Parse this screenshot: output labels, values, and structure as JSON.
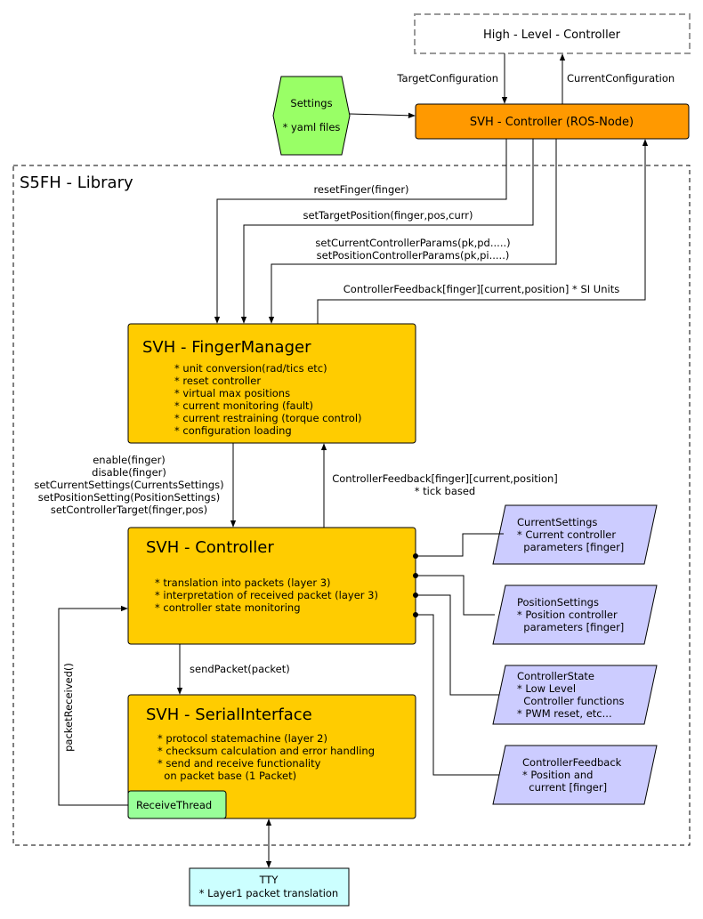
{
  "colors": {
    "component": "#ffcc00",
    "ros_node": "#ff9900",
    "settings": "#99ff66",
    "params": "#ccccff",
    "tty": "#ccffff",
    "receive_thread": "#99ff99"
  },
  "high_level_controller": "High - Level - Controller",
  "settings": {
    "title": "Settings",
    "subtitle": "* yaml files"
  },
  "svh_ros_node": "SVH - Controller (ROS-Node)",
  "library_title": "S5FH - Library",
  "edges": {
    "target_configuration": "TargetConfiguration",
    "current_configuration": "CurrentConfiguration",
    "reset_finger": "resetFinger(finger)",
    "set_target_position": "setTargetPosition(finger,pos,curr)",
    "set_current_params": "setCurrentControllerParams(pk,pd.....)",
    "set_position_params": "setPositionControllerParams(pk,pi.....)",
    "controller_feedback_si": "ControllerFeedback[finger][current,position] * SI Units",
    "enable": "enable(finger)",
    "disable": "disable(finger)",
    "set_current_settings": "setCurrentSettings(CurrentsSettings)",
    "set_position_setting": "setPositionSetting(PositionSettings)",
    "set_controller_target": "setControllerTarget(finger,pos)",
    "controller_feedback_tick_1": "ControllerFeedback[finger][current,position]",
    "controller_feedback_tick_2": "* tick based",
    "send_packet": "sendPacket(packet)",
    "packet_received": "packetReceived()"
  },
  "finger_manager": {
    "title": "SVH - FingerManager",
    "items": [
      "* unit conversion(rad/tics etc)",
      "* reset controller",
      "* virtual max positions",
      "* current monitoring (fault)",
      "* current restraining (torque control)",
      "* configuration loading"
    ]
  },
  "controller": {
    "title": "SVH - Controller",
    "items": [
      "* translation into packets (layer 3)",
      "* interpretation of received packet (layer 3)",
      "* controller state monitoring"
    ]
  },
  "serial_interface": {
    "title": "SVH - SerialInterface",
    "items": [
      "* protocol statemachine (layer 2)",
      "* checksum calculation and error handling",
      "* send and receive functionality",
      "  on packet base (1 Packet)"
    ],
    "receive_thread": "ReceiveThread"
  },
  "current_settings": {
    "lines": [
      "CurrentSettings",
      "* Current controller",
      "  parameters [finger]"
    ]
  },
  "position_settings": {
    "lines": [
      "PositionSettings",
      "* Position controller",
      "  parameters [finger]"
    ]
  },
  "controller_state": {
    "lines": [
      "ControllerState",
      "* Low Level",
      "  Controller functions",
      "* PWM reset, etc..."
    ]
  },
  "controller_feedback": {
    "lines": [
      "ControllerFeedback",
      "* Position and",
      "  current [finger]"
    ]
  },
  "tty": {
    "title": "TTY",
    "subtitle": "* Layer1 packet translation"
  }
}
